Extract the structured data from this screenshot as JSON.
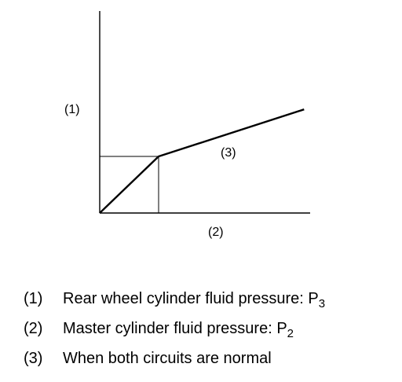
{
  "chart_data": {
    "type": "line",
    "title": "",
    "axes": {
      "y_label": "(1)",
      "x_label": "(2)"
    },
    "series": [
      {
        "label": "(3)",
        "points": [
          [
            0,
            0
          ],
          [
            1,
            1
          ],
          [
            3.47,
            1.83
          ]
        ]
      }
    ],
    "reference_lines": {
      "knee_x": 1,
      "knee_y": 1
    },
    "xlim": [
      0,
      3.6
    ],
    "ylim": [
      0,
      3.2
    ],
    "grid": false
  },
  "legend": [
    {
      "number": "(1)",
      "text": "Rear wheel cylinder fluid pressure: P",
      "subscript": "3"
    },
    {
      "number": "(2)",
      "text": "Master cylinder fluid pressure: P",
      "subscript": "2"
    },
    {
      "number": "(3)",
      "text": "When both circuits are normal",
      "subscript": ""
    }
  ]
}
